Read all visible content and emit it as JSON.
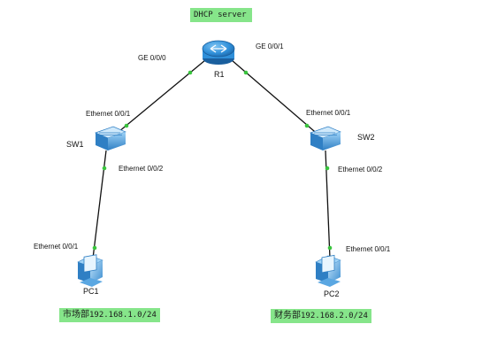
{
  "router": {
    "name": "R1",
    "note": "DHCP server",
    "port_left": "GE 0/0/0",
    "port_right": "GE 0/0/1"
  },
  "switch_left": {
    "name": "SW1",
    "port_up": "Ethernet 0/0/1",
    "port_down": "Ethernet 0/0/2"
  },
  "switch_right": {
    "name": "SW2",
    "port_up": "Ethernet 0/0/1",
    "port_down": "Ethernet 0/0/2"
  },
  "pc_left": {
    "name": "PC1",
    "port": "Ethernet 0/0/1",
    "dept": "市场部",
    "subnet": "192.168.1.0/24"
  },
  "pc_right": {
    "name": "PC2",
    "port": "Ethernet 0/0/1",
    "dept": "财务部",
    "subnet": "192.168.2.0/24"
  },
  "colors": {
    "note_bg": "#86e58a",
    "link": "#111111",
    "port_dot": "#39c43d",
    "device_blue": "#2f8fd9"
  }
}
